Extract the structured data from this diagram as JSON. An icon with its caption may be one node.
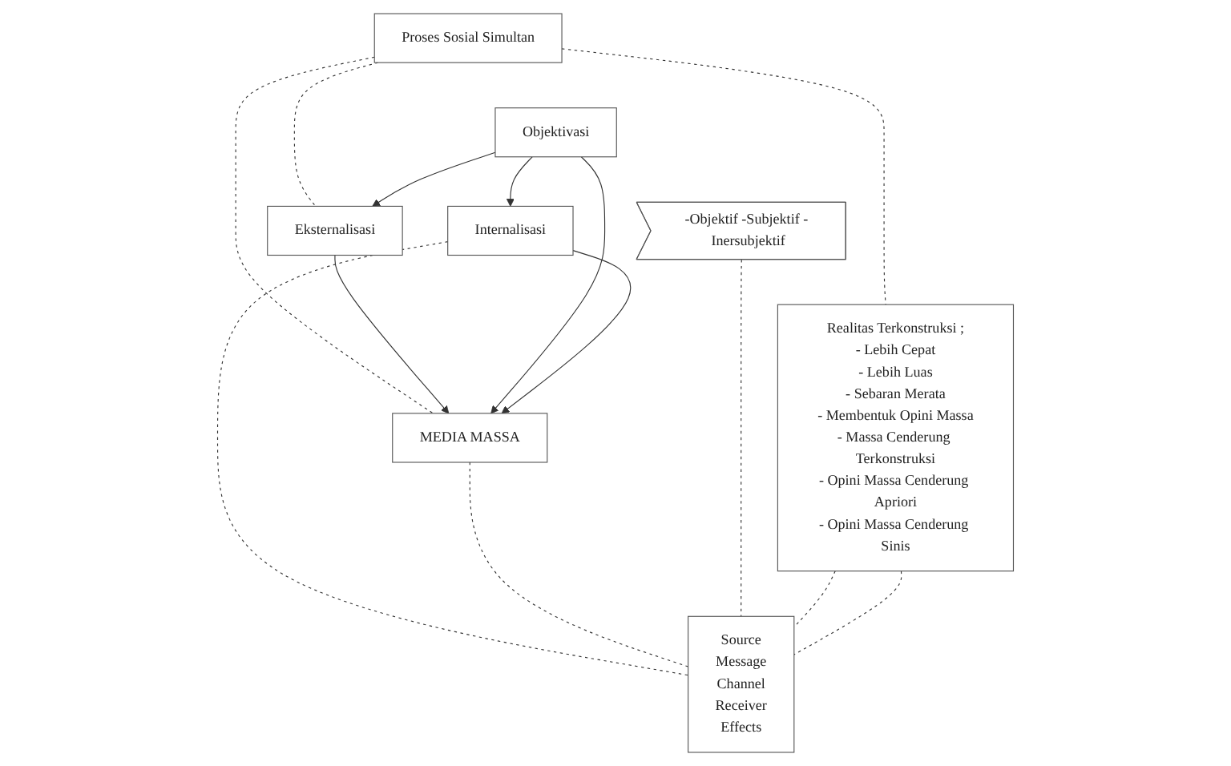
{
  "diagram": {
    "nodes": [
      {
        "text": [
          "Proses Sosial Simultan"
        ]
      },
      {
        "text": [
          "Eksternalisasi"
        ]
      },
      {
        "text": [
          "Objektivasi"
        ]
      },
      {
        "text": [
          "Internalisasi"
        ]
      },
      {
        "text": [
          "MEDIA MASSA"
        ]
      },
      {
        "text": [
          "-Objektif -Subjektif - Inersubjektif"
        ]
      },
      {
        "text": [
          "Realitas Terkonstruksi ;",
          "- Lebih Cepat",
          "- Lebih Luas",
          "- Sebaran Merata",
          "- Membentuk Opini Massa",
          "- Massa Cenderung Terkonstruksi",
          "- Opini Massa Cenderung Apriori",
          "- Opini Massa Cenderung Sinis"
        ]
      },
      {
        "text": [
          "Source",
          "Message",
          "Channel",
          "Receiver",
          "Effects"
        ]
      }
    ],
    "edges": [
      {
        "from": 0,
        "to": 1,
        "arrow": "none",
        "style": "dashed"
      },
      {
        "from": 0,
        "to": 4,
        "arrow": "none",
        "style": "dashed"
      },
      {
        "from": 0,
        "to": 6,
        "arrow": "none",
        "style": "dashed"
      },
      {
        "from": 1,
        "to": 4,
        "arrow": "to"
      },
      {
        "from": 2,
        "to": 4,
        "arrow": "to"
      },
      {
        "from": 3,
        "to": 4,
        "arrow": "to"
      },
      {
        "from": 2,
        "to": 1,
        "arrow": "to"
      },
      {
        "from": 2,
        "to": 3,
        "arrow": "to"
      },
      {
        "from": 3,
        "to": 7,
        "arrow": "none",
        "style": "dashed"
      },
      {
        "from": 4,
        "to": 7,
        "arrow": "none",
        "style": "dashed"
      },
      {
        "from": 5,
        "to": 7,
        "arrow": "none",
        "style": "dashed"
      },
      {
        "from": 6,
        "to": 7,
        "arrow": "none",
        "style": "dashed"
      },
      {
        "from": 6,
        "to": 7,
        "arrow": "none",
        "style": "dashed"
      }
    ]
  }
}
